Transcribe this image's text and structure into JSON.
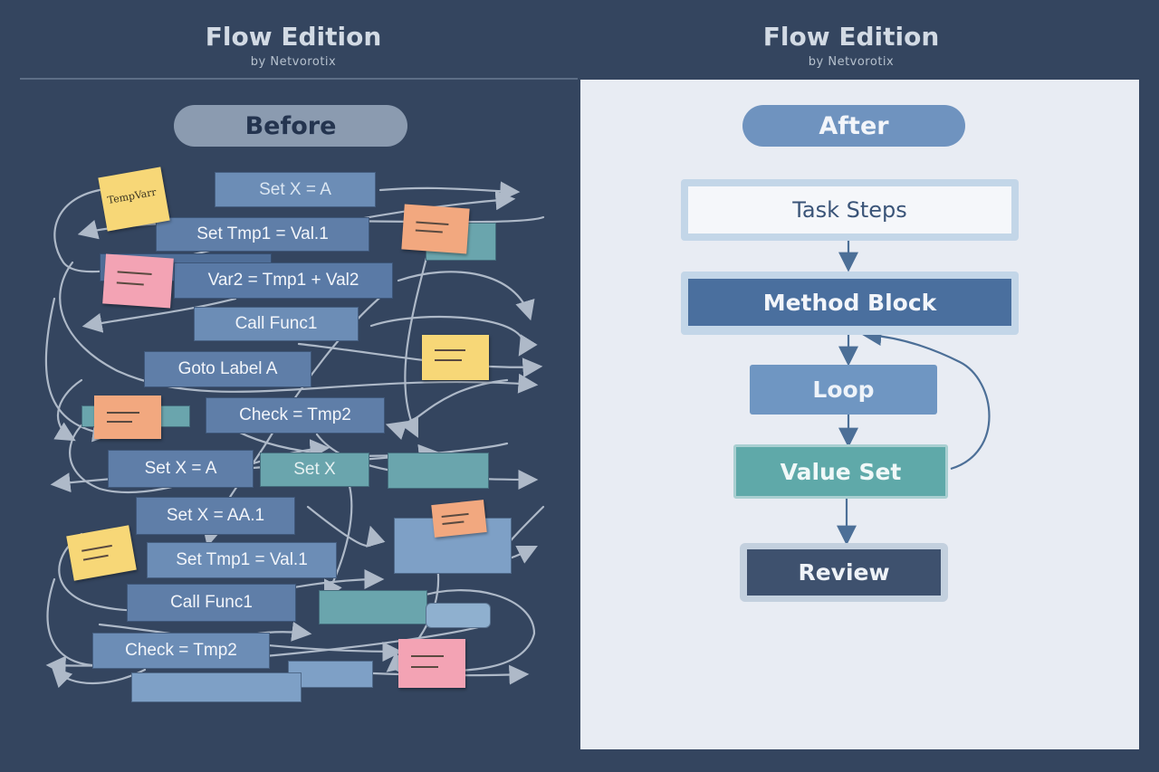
{
  "left_panel": {
    "brand": {
      "title": "Flow Edition",
      "subtitle": "by Netvorotix"
    },
    "label": "Before",
    "blocks": [
      {
        "text": "Set X = A"
      },
      {
        "text": "Set Tmp1 = Val.1"
      },
      {
        "text": "Var2 = Tmp1 + Val2"
      },
      {
        "text": "Call Func1"
      },
      {
        "text": "Goto Label A"
      },
      {
        "text": "Check = Tmp2"
      },
      {
        "text": "Set X = A"
      },
      {
        "text": "Set X"
      },
      {
        "text": "Set X = AA.1"
      },
      {
        "text": "Set Tmp1 = Val.1"
      },
      {
        "text": "Call Func1"
      },
      {
        "text": "Check = Tmp2"
      }
    ],
    "sticky_note": {
      "text": "TempVarr"
    }
  },
  "right_panel": {
    "brand": {
      "title": "Flow Edition",
      "subtitle": "by Netvorotix"
    },
    "label": "After",
    "steps": [
      {
        "text": "Task Steps"
      },
      {
        "text": "Method Block"
      },
      {
        "text": "Loop"
      },
      {
        "text": "Value Set"
      },
      {
        "text": "Review"
      }
    ]
  },
  "colors": {
    "background": "#34455f",
    "panel_after": "#e8ecf3",
    "block_blue": "#5f7ea8",
    "block_teal": "#6aa5ad",
    "sticky_yellow": "#f7d777",
    "sticky_orange": "#f2a87f",
    "sticky_pink": "#f3a3b4"
  }
}
